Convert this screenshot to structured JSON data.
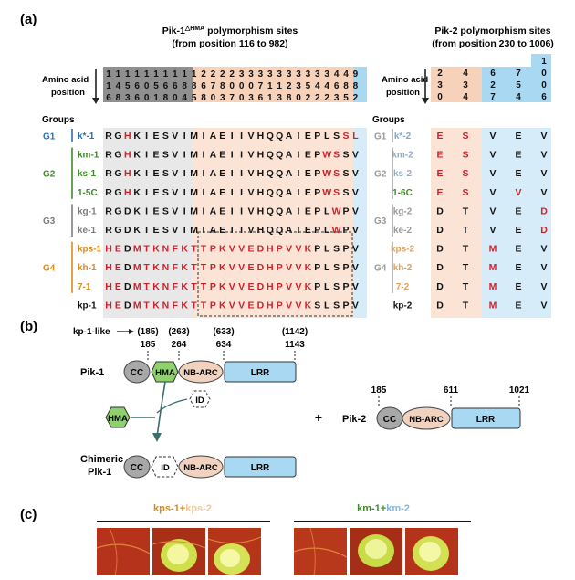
{
  "panels": {
    "a": "(a)",
    "b": "(b)",
    "c": "(c)"
  },
  "pik1_title_prefix": "Pik-1",
  "pik1_title_sup": "△HMA",
  "pik1_title_suffix": " polymorphism sites",
  "pik1_range": "(from position 116 to 982)",
  "pik2_title": "Pik-2 polymorphism sites",
  "pik2_range": "(from position 230 to 1006)",
  "aa_label_1": "Amino acid",
  "aa_label_2": "position",
  "groups_label": "Groups",
  "pik1_positions": [
    [
      "1",
      "1",
      "1",
      "1",
      "1",
      "1",
      "1",
      "1",
      "1",
      "1",
      "2",
      "2",
      "2",
      "2",
      "3",
      "3",
      "3",
      "3",
      "3",
      "3",
      "3",
      "3",
      "3",
      "3",
      "4",
      "4",
      "9"
    ],
    [
      "1",
      "4",
      "5",
      "6",
      "0",
      "5",
      "6",
      "6",
      "8",
      "8",
      "6",
      "7",
      "8",
      "0",
      "0",
      "0",
      "7",
      "1",
      "1",
      "2",
      "3",
      "5",
      "4",
      "4",
      "6",
      "8",
      "8"
    ],
    [
      "6",
      "8",
      "3",
      "6",
      "0",
      "1",
      "8",
      "0",
      "4",
      "5",
      "8",
      "0",
      "3",
      "7",
      "0",
      "3",
      "6",
      "1",
      "3",
      "8",
      "0",
      "2",
      "2",
      "2",
      "3",
      "5",
      "2"
    ]
  ],
  "pik2_positions": [
    [
      "",
      "",
      "",
      "",
      "1"
    ],
    [
      "2",
      "4",
      "6",
      "7",
      "0"
    ],
    [
      "3",
      "3",
      "2",
      "5",
      "0"
    ],
    [
      "0",
      "4",
      "7",
      "4",
      "6"
    ]
  ],
  "groups": [
    {
      "name": "G1",
      "color": "#2a6fb5",
      "alleles": [
        "k*-1"
      ],
      "pik2": [
        "k*-2"
      ]
    },
    {
      "name": "G2",
      "color": "#3e8a2a",
      "alleles": [
        "km-1",
        "ks-1",
        "1-5C"
      ],
      "pik2": [
        "km-2",
        "ks-2",
        "1-6C"
      ]
    },
    {
      "name": "G3",
      "color": "#7d7d7d",
      "alleles": [
        "kg-1",
        "ke-1"
      ],
      "pik2": [
        "kg-2",
        "ke-2"
      ]
    },
    {
      "name": "G4",
      "color": "#d98b1e",
      "alleles": [
        "kps-1",
        "kh-1",
        "7-1"
      ],
      "pik2": [
        "kps-2",
        "kh-2",
        "7-2"
      ]
    }
  ],
  "pik1_alignment": [
    {
      "allele": "k*-1",
      "color": "#2a6fb5",
      "seq": "RGHKIESVIMIAEIIVHQQAIEPLSSL",
      "red": [
        2,
        25,
        26
      ]
    },
    {
      "allele": "km-1",
      "color": "#3e8a2a",
      "seq": "RGHKIESVIMIAEIIVHQQAIEPWSSV",
      "red": [
        2,
        23,
        24
      ]
    },
    {
      "allele": "ks-1",
      "color": "#3e8a2a",
      "seq": "RGHKIESVIMIAEIIVHQQAIEPWSSV",
      "red": [
        2,
        23,
        24
      ]
    },
    {
      "allele": "1-5C",
      "color": "#3e8a2a",
      "seq": "RGHKIESVIMIAEIIVHQQAIEPWSSV",
      "red": [
        2,
        23,
        24
      ]
    },
    {
      "allele": "kg-1",
      "color": "#7d7d7d",
      "seq": "RGDKIESVIMIAEIIVHQQAIEPLWPV",
      "red": [
        24
      ]
    },
    {
      "allele": "ke-1",
      "color": "#7d7d7d",
      "seq": "RGDKIESVIMIAEIIVHQQAIEPLWPV",
      "red": [
        24
      ]
    },
    {
      "allele": "kps-1",
      "color": "#d98b1e",
      "seq": "HEDMTKNFKTTPKVVEDHPVVKPLSPV",
      "red": [
        0,
        1,
        3,
        4,
        5,
        6,
        7,
        8,
        9,
        10,
        11,
        12,
        13,
        14,
        15,
        16,
        17,
        18,
        19,
        20,
        21
      ]
    },
    {
      "allele": "kh-1",
      "color": "#d98b1e",
      "seq": "HEDMTKNFKTTPKVVEDHPVVKPLSPV",
      "red": [
        0,
        1,
        3,
        4,
        5,
        6,
        7,
        8,
        9,
        10,
        11,
        12,
        13,
        14,
        15,
        16,
        17,
        18,
        19,
        20,
        21
      ]
    },
    {
      "allele": "7-1",
      "color": "#d98b1e",
      "seq": "HEDMTKNFKTTPKVVEDHPVVKPLSPV",
      "red": [
        0,
        1,
        3,
        4,
        5,
        6,
        7,
        8,
        9,
        10,
        11,
        12,
        13,
        14,
        15,
        16,
        17,
        18,
        19,
        20,
        21
      ]
    },
    {
      "allele": "kp-1",
      "color": "#111111",
      "seq": "HEDMTKNFKTTPKVVEDHPVVKSLSPV",
      "red": [
        0,
        1,
        3,
        4,
        5,
        6,
        7,
        8,
        9,
        10,
        11,
        12,
        13,
        14,
        15,
        16,
        17,
        18,
        19,
        20,
        21
      ]
    }
  ],
  "pik2_alignment": [
    {
      "allele": "k*-2",
      "color": "#7fa7d6",
      "seq": [
        "E",
        "S",
        "V",
        "E",
        "V"
      ],
      "red": [
        0,
        1
      ]
    },
    {
      "allele": "km-2",
      "color": "#9aaabf",
      "seq": [
        "E",
        "S",
        "V",
        "E",
        "V"
      ],
      "red": [
        0,
        1
      ]
    },
    {
      "allele": "ks-2",
      "color": "#9aaabf",
      "seq": [
        "E",
        "S",
        "V",
        "E",
        "V"
      ],
      "red": [
        0,
        1
      ]
    },
    {
      "allele": "1-6C",
      "color": "#3e8a2a",
      "seq": [
        "E",
        "S",
        "V",
        "V",
        "V"
      ],
      "red": [
        0,
        1,
        3
      ]
    },
    {
      "allele": "kg-2",
      "color": "#9a9a9a",
      "seq": [
        "D",
        "T",
        "V",
        "E",
        "D"
      ],
      "red": [
        4
      ]
    },
    {
      "allele": "ke-2",
      "color": "#9a9a9a",
      "seq": [
        "D",
        "T",
        "V",
        "E",
        "D"
      ],
      "red": [
        4
      ]
    },
    {
      "allele": "kps-2",
      "color": "#e0a060",
      "seq": [
        "D",
        "T",
        "M",
        "E",
        "V"
      ],
      "red": [
        2
      ]
    },
    {
      "allele": "kh-2",
      "color": "#e0a060",
      "seq": [
        "D",
        "T",
        "M",
        "E",
        "V"
      ],
      "red": [
        2
      ]
    },
    {
      "allele": "7-2",
      "color": "#e0a060",
      "seq": [
        "D",
        "T",
        "M",
        "E",
        "V"
      ],
      "red": [
        2
      ]
    },
    {
      "allele": "kp-2",
      "color": "#111111",
      "seq": [
        "D",
        "T",
        "M",
        "E",
        "V"
      ],
      "red": [
        2
      ]
    }
  ],
  "panel_b": {
    "kp1_like": "kp-1-like",
    "pos_185_paren": "(185)",
    "pos_185": "185",
    "pos_263_paren": "(263)",
    "pos_264": "264",
    "pos_633_paren": "(633)",
    "pos_634": "634",
    "pos_1142_paren": "(1142)",
    "pos_1143": "1143",
    "pik1_label": "Pik-1",
    "pik2_label": "Pik-2",
    "chimeric_1": "Chimeric",
    "chimeric_2": "Pik-1",
    "plus": "+",
    "pik2_185": "185",
    "pik2_611": "611",
    "pik2_1021": "1021",
    "cc": "CC",
    "hma": "HMA",
    "id": "ID",
    "nbarc": "NB-ARC",
    "lrr": "LRR"
  },
  "panel_c": {
    "left_a": "kps-1",
    "left_plus": "+",
    "left_b": "kps-2",
    "right_a": "km-1",
    "right_plus": "+",
    "right_b": "km-2"
  },
  "colors": {
    "grey_bg": "#8f8f8f",
    "peach_bg": "#f6d2bb",
    "blue_bg": "#a9d8f2",
    "cc": "#a8a8a8",
    "hma": "#8fd16f",
    "nbarc": "#f1d2bf",
    "lrr": "#a9d8f2",
    "red": "#d2202b",
    "leaf_bg": "#c43b1e"
  }
}
